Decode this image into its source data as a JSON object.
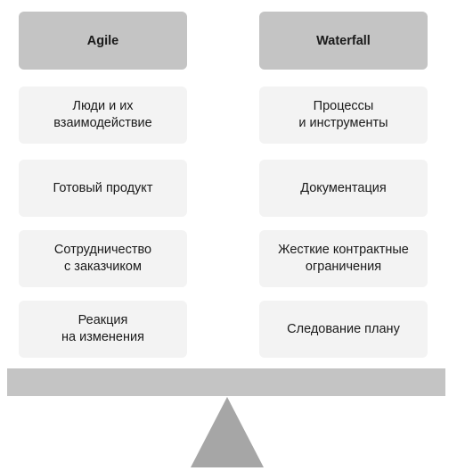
{
  "left": {
    "title": "Agile",
    "items": [
      "Люди и их\nвзаимодействие",
      "Готовый продукт",
      "Сотрудничество\nс заказчиком",
      "Реакция\nна изменения"
    ]
  },
  "right": {
    "title": "Waterfall",
    "items": [
      "Процессы\nи инструменты",
      "Документация",
      "Жесткие контрактные\nограничения",
      "Следование плану"
    ]
  },
  "colors": {
    "header_bg": "#c4c4c4",
    "item_bg": "#f3f3f3",
    "beam": "#c4c4c4",
    "fulcrum": "#a6a6a6"
  }
}
